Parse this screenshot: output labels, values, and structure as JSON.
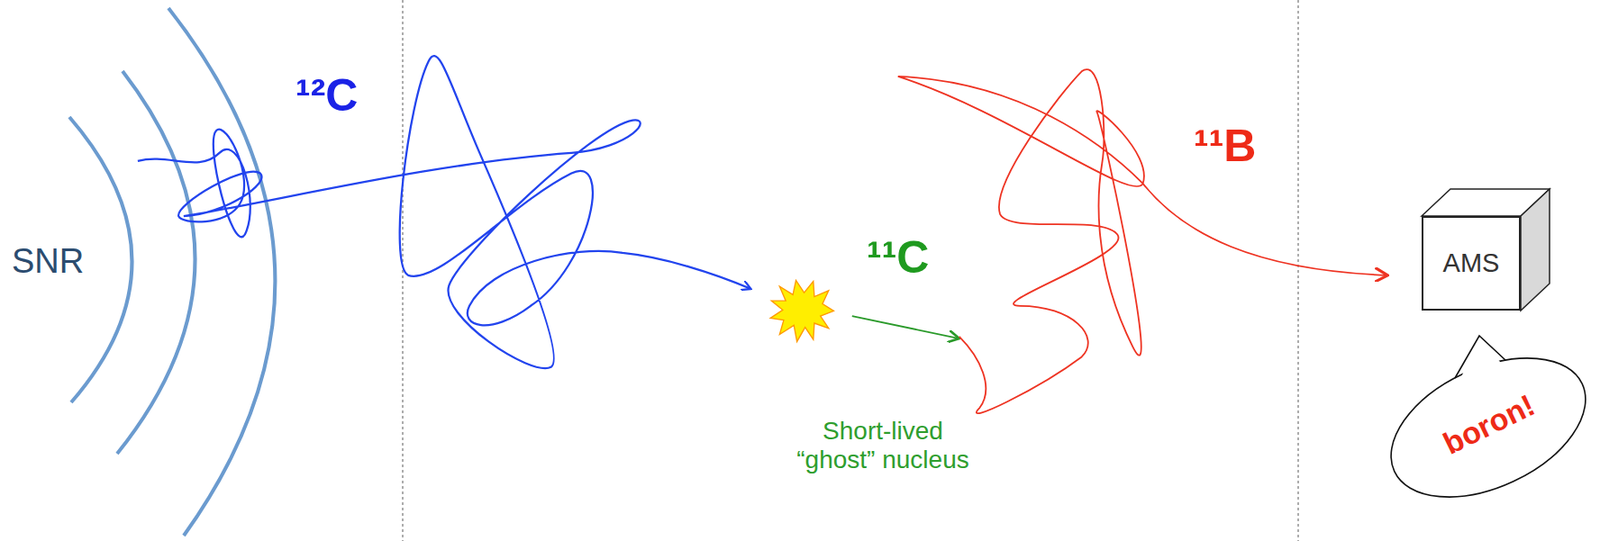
{
  "diagram": {
    "nodes": [
      {
        "text": [
          "AMS"
        ]
      },
      {
        "text": [
          "boron!"
        ]
      }
    ],
    "labels": [
      "SNR",
      "¹²C",
      "¹¹C",
      "Short-lived “ghost” nucleus",
      "¹¹B"
    ]
  }
}
